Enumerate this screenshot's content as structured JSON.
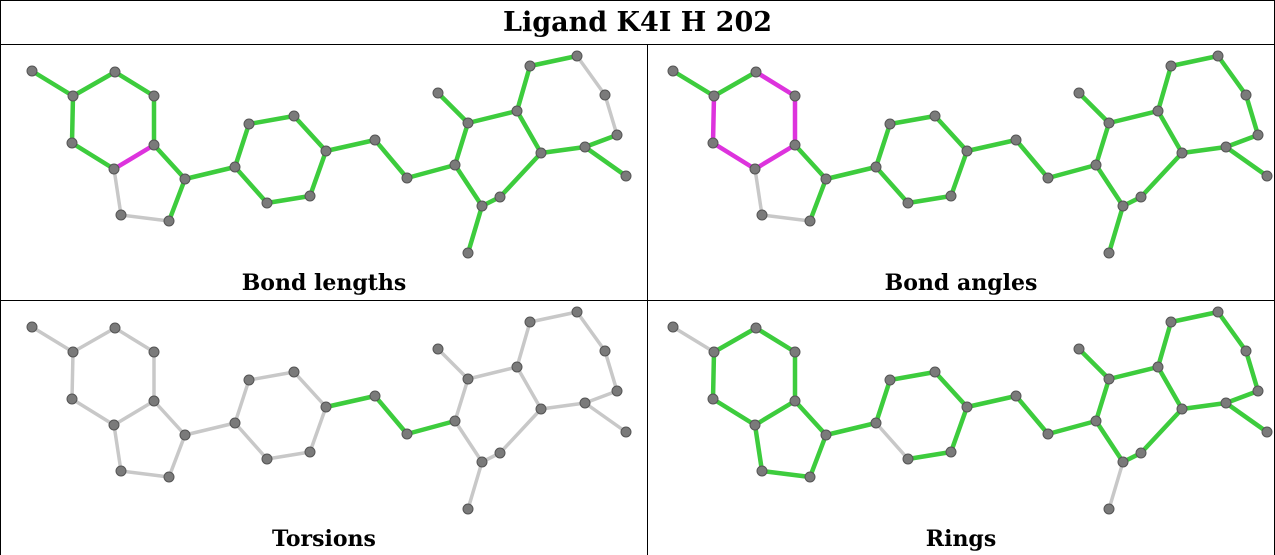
{
  "title": "Ligand K4I H 202",
  "panels": [
    {
      "caption": "Bond lengths"
    },
    {
      "caption": "Bond angles"
    },
    {
      "caption": "Torsions"
    },
    {
      "caption": "Rings"
    }
  ],
  "colors": {
    "green": "#3dcc3d",
    "magenta": "#dd33dd",
    "grey_bond": "#c8c8c8",
    "atom_fill": "#7a7a7a",
    "atom_edge": "#555555"
  }
}
